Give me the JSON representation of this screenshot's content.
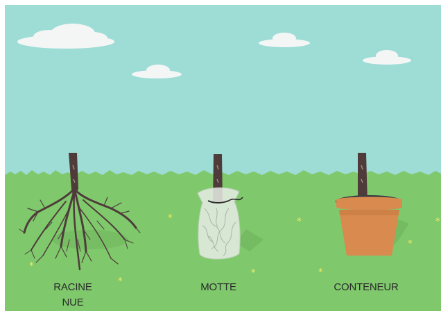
{
  "labels": {
    "racine_nue": {
      "line1": "RACINE",
      "line2": "NUE"
    },
    "motte": "MOTTE",
    "conteneur": "CONTENEUR"
  },
  "colors": {
    "sky": "#9edcd6",
    "grass": "#7fc96c",
    "trunk": "#4e3b3a",
    "pot": "#d98a4e",
    "soil": "#3c3f44",
    "flower": "#f2ea63",
    "cloud": "#f4f6f6"
  },
  "icons": [
    "cloud-icon",
    "flower-icon",
    "bare-root-tree-icon",
    "root-ball-tree-icon",
    "container-tree-icon"
  ]
}
